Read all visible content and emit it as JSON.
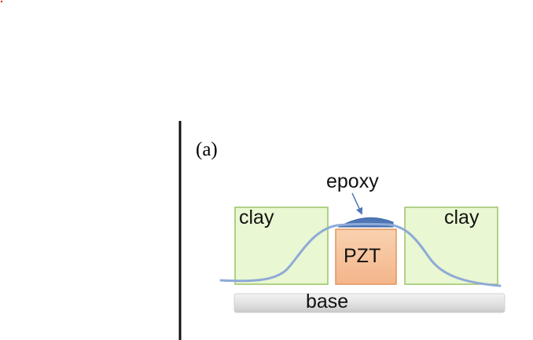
{
  "panel_label": "(a)",
  "labels": {
    "epoxy": "epoxy",
    "clay_left": "clay",
    "clay_right": "clay",
    "pzt": "PZT",
    "base": "base"
  },
  "colors": {
    "clay_fill": "#e9f7d2",
    "clay_stroke": "#9bc466",
    "pzt_fill": "#f7c79e",
    "pzt_stroke": "#e2955d",
    "epoxy_fill": "#5077b4",
    "curve": "#8eaad7",
    "arrow": "#5078b8",
    "divider": "#111111",
    "base_top": "#f1f1f1",
    "base_bottom": "#c9c9c9"
  }
}
